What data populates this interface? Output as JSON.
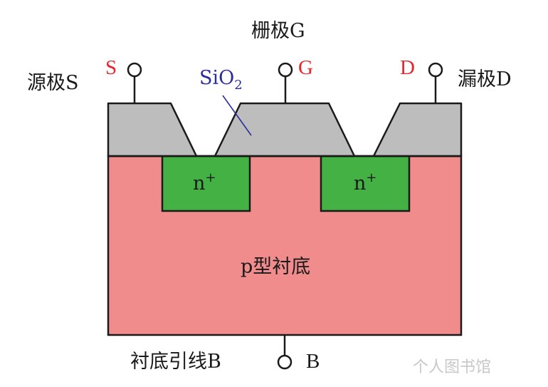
{
  "labels": {
    "gate_title": "栅极G",
    "source_title": "源极S",
    "drain_title": "漏极D",
    "substrate_region": "p型衬底",
    "substrate_lead": "衬底引线B",
    "oxide": "SiO",
    "oxide_subscript": "2",
    "n_region": "n",
    "n_superscript": "+"
  },
  "terminals": {
    "source": "S",
    "gate": "G",
    "drain": "D",
    "body": "B"
  },
  "watermark": "个人图书馆",
  "colors": {
    "substrate": "#f08c8c",
    "n_plus": "#43b143",
    "oxide": "#bdbdbd",
    "terminal_letter": "#e8262b",
    "oxide_label": "#2b2f9e"
  }
}
